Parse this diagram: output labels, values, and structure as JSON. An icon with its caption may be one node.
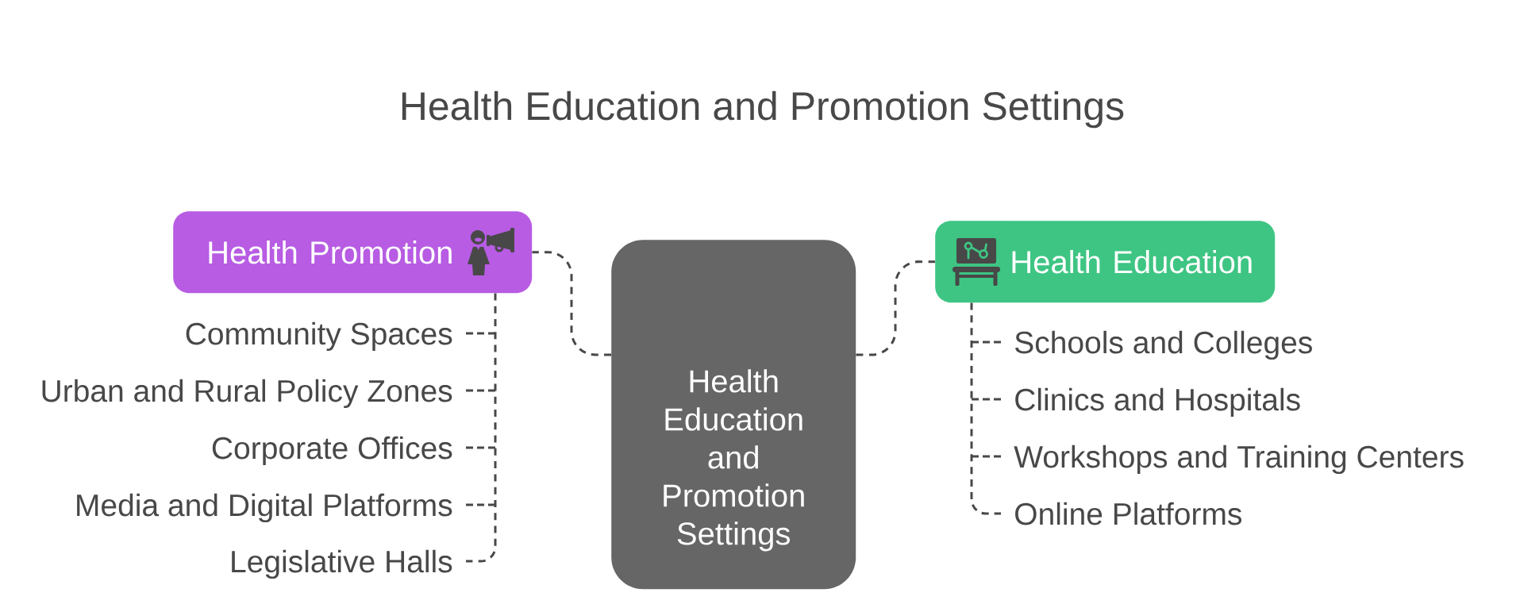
{
  "diagram": {
    "title": "Health Education and Promotion Settings",
    "nodes": [
      {
        "text": [
          "Health Promotion"
        ]
      },
      {
        "text": [
          "Community Spaces"
        ]
      },
      {
        "text": [
          "Urban and Rural Policy Zones"
        ]
      },
      {
        "text": [
          "Corporate Offices"
        ]
      },
      {
        "text": [
          "Media and Digital Platforms"
        ]
      },
      {
        "text": [
          "Legislative Halls"
        ]
      },
      {
        "text": [
          "Health Education and Promotion Settings"
        ]
      },
      {
        "text": [
          "Health Education"
        ]
      },
      {
        "text": [
          "Schools and Colleges"
        ]
      },
      {
        "text": [
          "Clinics and Hospitals"
        ]
      },
      {
        "text": [
          "Workshops and Training Centers"
        ]
      },
      {
        "text": [
          "Online Platforms"
        ]
      }
    ],
    "edges": [
      {
        "from": 6,
        "to": 0,
        "arrow": "none",
        "style": "dashed"
      },
      {
        "from": 6,
        "to": 7,
        "arrow": "none",
        "style": "dashed"
      },
      {
        "from": 0,
        "to": 1,
        "arrow": "none",
        "style": "dashed"
      },
      {
        "from": 0,
        "to": 2,
        "arrow": "none",
        "style": "dashed"
      },
      {
        "from": 0,
        "to": 3,
        "arrow": "none",
        "style": "dashed"
      },
      {
        "from": 0,
        "to": 4,
        "arrow": "none",
        "style": "dashed"
      },
      {
        "from": 0,
        "to": 5,
        "arrow": "none",
        "style": "dashed"
      },
      {
        "from": 7,
        "to": 8,
        "arrow": "none",
        "style": "dashed"
      },
      {
        "from": 7,
        "to": 9,
        "arrow": "none",
        "style": "dashed"
      },
      {
        "from": 7,
        "to": 10,
        "arrow": "none",
        "style": "dashed"
      },
      {
        "from": 7,
        "to": 11,
        "arrow": "none",
        "style": "dashed"
      }
    ]
  }
}
